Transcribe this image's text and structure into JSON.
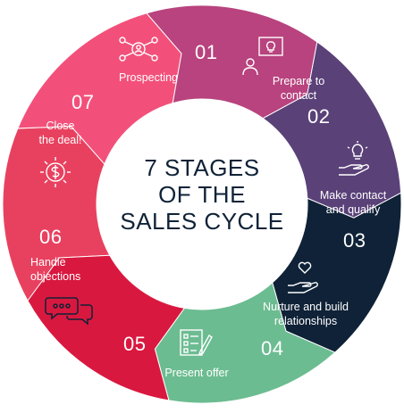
{
  "title": "7 STAGES\nOF THE\nSALES CYCLE",
  "stages": [
    {
      "number": "01",
      "label": "Prospecting",
      "icon": "network-people-icon",
      "color": "#e8415f"
    },
    {
      "number": "02",
      "label": "Prepare to\ncontact",
      "icon": "presentation-lightbulb-icon",
      "color": "#f2507a"
    },
    {
      "number": "03",
      "label": "Make contact\nand qualify",
      "icon": "hand-lightbulb-icon",
      "color": "#b8437e"
    },
    {
      "number": "04",
      "label": "Nurture and build\nrelationships",
      "icon": "hand-heart-icon",
      "color": "#5a4178"
    },
    {
      "number": "05",
      "label": "Present offer",
      "icon": "checklist-pen-icon",
      "color": "#0f2237"
    },
    {
      "number": "06",
      "label": "Handle\nobjections",
      "icon": "speech-bubbles-icon",
      "color": "#6cbc91"
    },
    {
      "number": "07",
      "label": "Close\nthe deal!",
      "icon": "dollar-coin-icon",
      "color": "#d9183f"
    }
  ]
}
